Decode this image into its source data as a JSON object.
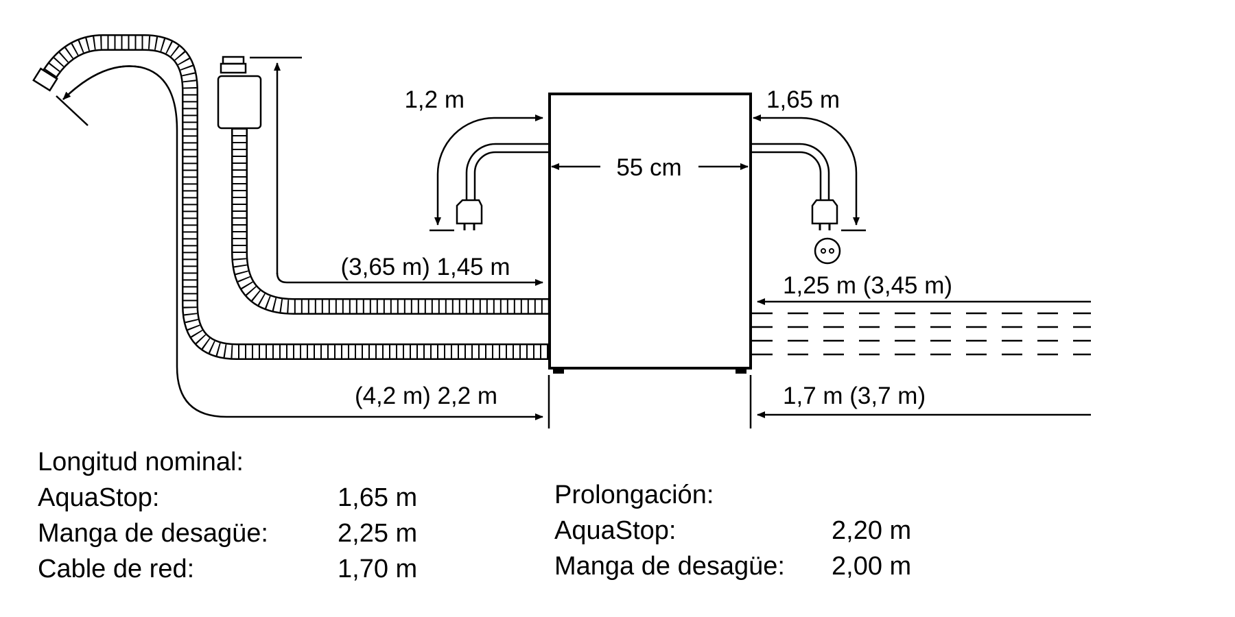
{
  "diagram": {
    "dimensions": {
      "left_cable": "1,2 m",
      "right_cable": "1,65 m",
      "width": "55 cm",
      "inlet_hose_left": "(3,65 m) 1,45 m",
      "inlet_hose_right": "1,25 m (3,45 m)",
      "drain_hose_left": "(4,2 m) 2,2 m",
      "drain_hose_right": "1,7 m (3,7 m)"
    },
    "icons": [
      "hose-icon",
      "aquastop-valve-icon",
      "plug-icon",
      "socket-icon",
      "dishwasher-icon"
    ]
  },
  "legend": {
    "nominal": {
      "title": "Longitud nominal:",
      "rows": [
        {
          "label": "AquaStop:",
          "value": "1,65 m"
        },
        {
          "label": "Manga de desagüe:",
          "value": "2,25 m"
        },
        {
          "label": "Cable de red:",
          "value": "1,70 m"
        }
      ]
    },
    "extension": {
      "title": "Prolongación:",
      "rows": [
        {
          "label": "AquaStop:",
          "value": "2,20 m"
        },
        {
          "label": "Manga de desagüe:",
          "value": "2,00 m"
        }
      ]
    }
  }
}
